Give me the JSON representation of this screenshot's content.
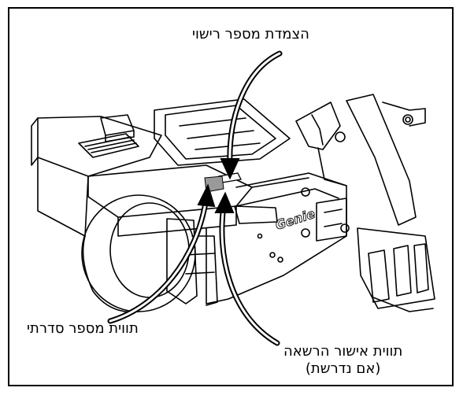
{
  "labels": {
    "license_plate_bracket": "הצמדת מספר רישוי",
    "serial_number_label": "תווית מספר סדרתי",
    "approval_label_line1": "תווית אישור הרשאה",
    "approval_label_line2": "(אם נדרשת)"
  },
  "brand_logo_text": "Genie",
  "colors": {
    "line": "#000000",
    "background": "#ffffff",
    "plate_fill": "#9a9a9a"
  }
}
